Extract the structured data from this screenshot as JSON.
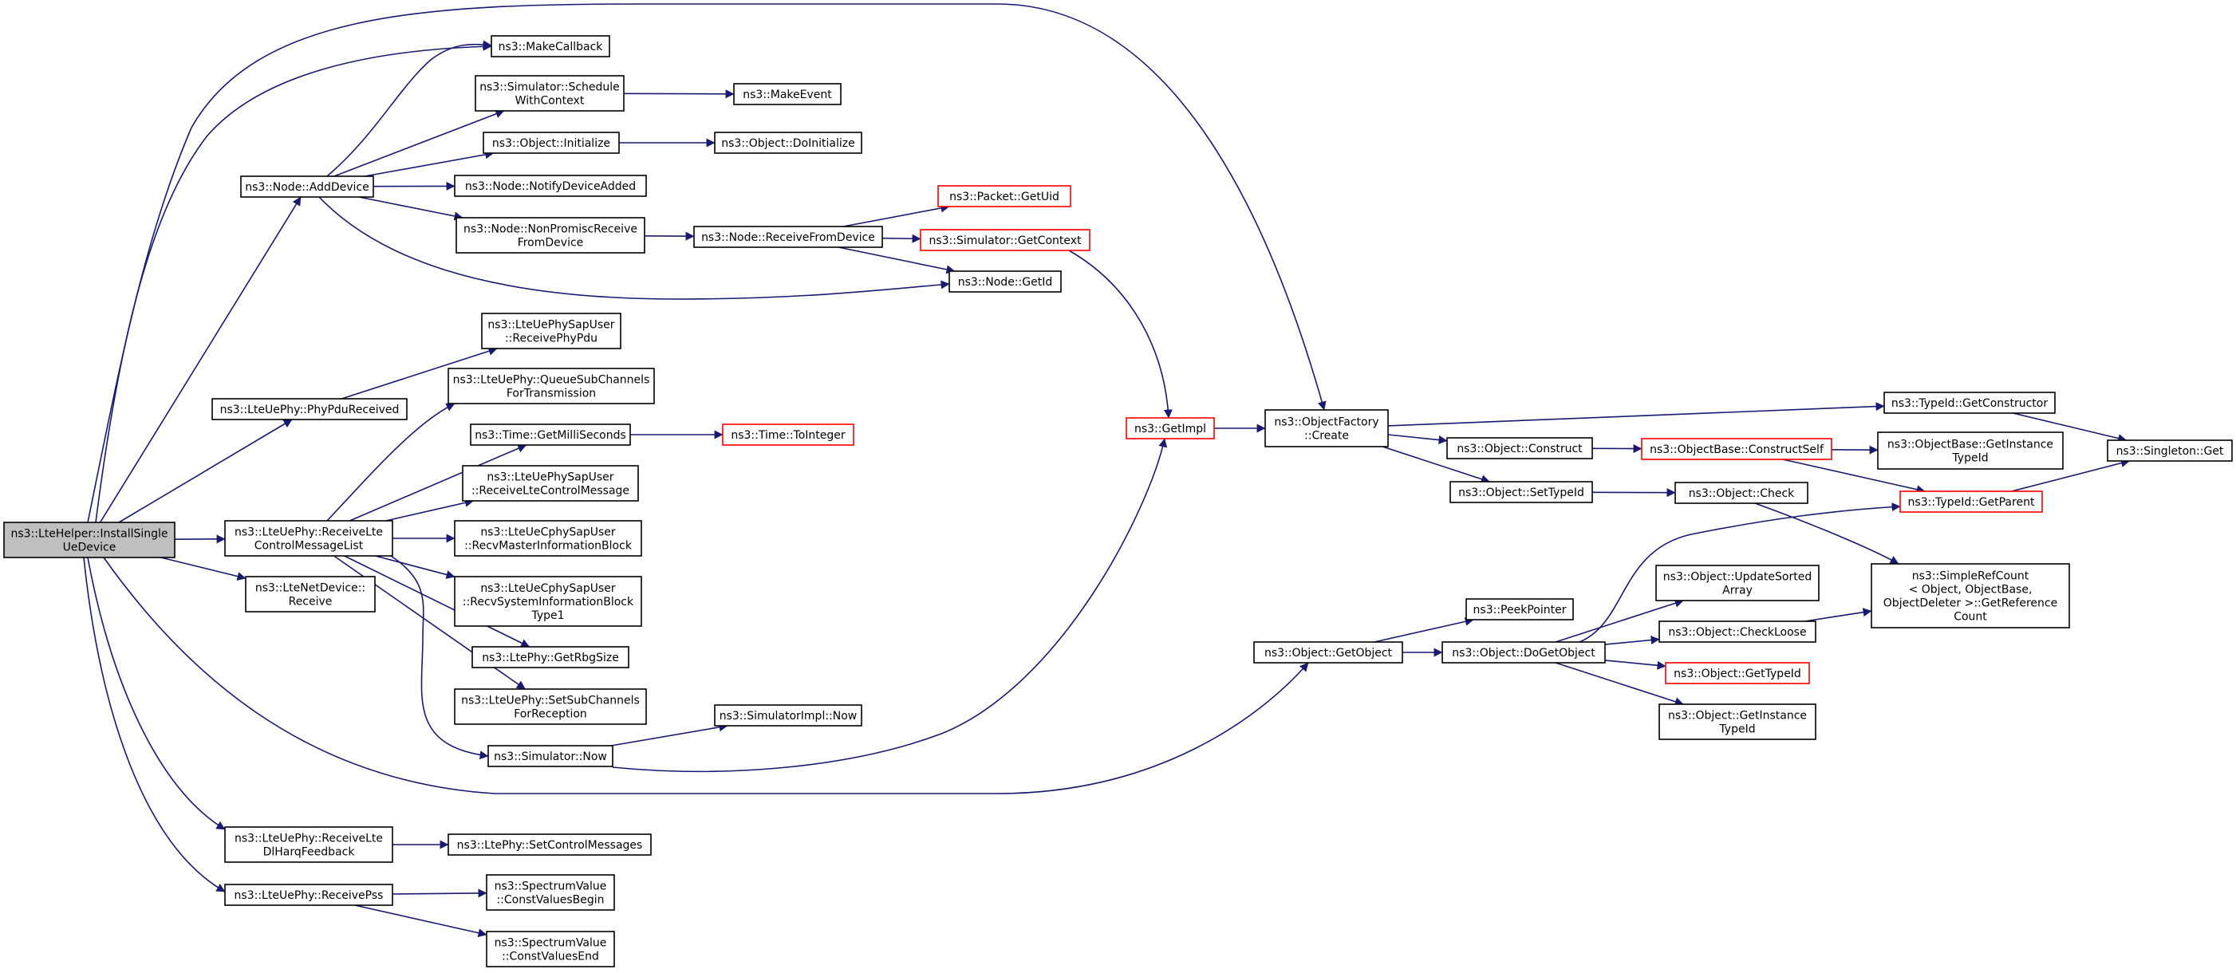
{
  "diagram": {
    "type": "call-graph",
    "colors": {
      "edge": "#191970",
      "box": "#000000",
      "external_box": "#ff0000",
      "root_fill": "#bfbfbf"
    },
    "nodes": {
      "root": {
        "lines": [
          "ns3::LteHelper::InstallSingle",
          "UeDevice"
        ],
        "kind": "root"
      },
      "addDevice": {
        "lines": [
          "ns3::Node::AddDevice"
        ]
      },
      "phyPduReceived": {
        "lines": [
          "ns3::LteUePhy::PhyPduReceived"
        ]
      },
      "receiveLteCtrl": {
        "lines": [
          "ns3::LteUePhy::ReceiveLte",
          "ControlMessageList"
        ]
      },
      "lteNetDeviceReceive": {
        "lines": [
          "ns3::LteNetDevice::",
          "Receive"
        ]
      },
      "receiveDlHarq": {
        "lines": [
          "ns3::LteUePhy::ReceiveLte",
          "DlHarqFeedback"
        ]
      },
      "receivePss": {
        "lines": [
          "ns3::LteUePhy::ReceivePss"
        ]
      },
      "makeCallback": {
        "lines": [
          "ns3::MakeCallback"
        ]
      },
      "scheduleWithContext": {
        "lines": [
          "ns3::Simulator::Schedule",
          "WithContext"
        ]
      },
      "objectInitialize": {
        "lines": [
          "ns3::Object::Initialize"
        ]
      },
      "notifyDeviceAdded": {
        "lines": [
          "ns3::Node::NotifyDeviceAdded"
        ]
      },
      "nonPromiscReceive": {
        "lines": [
          "ns3::Node::NonPromiscReceive",
          "FromDevice"
        ]
      },
      "makeEvent": {
        "lines": [
          "ns3::MakeEvent"
        ]
      },
      "doInitialize": {
        "lines": [
          "ns3::Object::DoInitialize"
        ]
      },
      "receiveFromDevice": {
        "lines": [
          "ns3::Node::ReceiveFromDevice"
        ]
      },
      "packetGetUid": {
        "lines": [
          "ns3::Packet::GetUid"
        ],
        "kind": "ext"
      },
      "simGetContext": {
        "lines": [
          "ns3::Simulator::GetContext"
        ],
        "kind": "ext"
      },
      "nodeGetId": {
        "lines": [
          "ns3::Node::GetId"
        ]
      },
      "receivePhyPdu": {
        "lines": [
          "ns3::LteUePhySapUser",
          "::ReceivePhyPdu"
        ]
      },
      "queueSubChannels": {
        "lines": [
          "ns3::LteUePhy::QueueSubChannels",
          "ForTransmission"
        ]
      },
      "getMilliSeconds": {
        "lines": [
          "ns3::Time::GetMilliSeconds"
        ]
      },
      "timeToInteger": {
        "lines": [
          "ns3::Time::ToInteger"
        ],
        "kind": "ext"
      },
      "receiveLteControlMessage": {
        "lines": [
          "ns3::LteUePhySapUser",
          "::ReceiveLteControlMessage"
        ]
      },
      "recvMib": {
        "lines": [
          "ns3::LteUeCphySapUser",
          "::RecvMasterInformationBlock"
        ]
      },
      "recvSib1": {
        "lines": [
          "ns3::LteUeCphySapUser",
          "::RecvSystemInformationBlock",
          "Type1"
        ]
      },
      "getRbgSize": {
        "lines": [
          "ns3::LtePhy::GetRbgSize"
        ]
      },
      "setSubChannels": {
        "lines": [
          "ns3::LteUePhy::SetSubChannels",
          "ForReception"
        ]
      },
      "simulatorNow": {
        "lines": [
          "ns3::Simulator::Now"
        ]
      },
      "simulatorImplNow": {
        "lines": [
          "ns3::SimulatorImpl::Now"
        ]
      },
      "setControlMessages": {
        "lines": [
          "ns3::LtePhy::SetControlMessages"
        ]
      },
      "constValuesBegin": {
        "lines": [
          "ns3::SpectrumValue",
          "::ConstValuesBegin"
        ]
      },
      "constValuesEnd": {
        "lines": [
          "ns3::SpectrumValue",
          "::ConstValuesEnd"
        ]
      },
      "getImpl": {
        "lines": [
          "ns3::GetImpl"
        ],
        "kind": "ext"
      },
      "objectFactoryCreate": {
        "lines": [
          "ns3::ObjectFactory",
          "::Create"
        ]
      },
      "typeIdGetConstructor": {
        "lines": [
          "ns3::TypeId::GetConstructor"
        ]
      },
      "objectConstruct": {
        "lines": [
          "ns3::Object::Construct"
        ]
      },
      "objectSetTypeId": {
        "lines": [
          "ns3::Object::SetTypeId"
        ]
      },
      "constructSelf": {
        "lines": [
          "ns3::ObjectBase::ConstructSelf"
        ],
        "kind": "ext"
      },
      "objectCheck": {
        "lines": [
          "ns3::Object::Check"
        ]
      },
      "objectBaseGetInstanceTypeId": {
        "lines": [
          "ns3::ObjectBase::GetInstance",
          "TypeId"
        ]
      },
      "typeIdGetParent": {
        "lines": [
          "ns3::TypeId::GetParent"
        ],
        "kind": "ext"
      },
      "singletonGet": {
        "lines": [
          "ns3::Singleton::Get"
        ]
      },
      "simpleRefCount": {
        "lines": [
          "ns3::SimpleRefCount",
          "< Object, ObjectBase,",
          "ObjectDeleter >::GetReference",
          "Count"
        ]
      },
      "getObject": {
        "lines": [
          "ns3::Object::GetObject"
        ]
      },
      "peekPointer": {
        "lines": [
          "ns3::PeekPointer"
        ]
      },
      "doGetObject": {
        "lines": [
          "ns3::Object::DoGetObject"
        ]
      },
      "updateSortedArray": {
        "lines": [
          "ns3::Object::UpdateSorted",
          "Array"
        ]
      },
      "checkLoose": {
        "lines": [
          "ns3::Object::CheckLoose"
        ]
      },
      "objectGetTypeId": {
        "lines": [
          "ns3::Object::GetTypeId"
        ],
        "kind": "ext"
      },
      "objectGetInstanceTypeId": {
        "lines": [
          "ns3::Object::GetInstance",
          "TypeId"
        ]
      }
    },
    "edges": [
      [
        "root",
        "addDevice"
      ],
      [
        "root",
        "phyPduReceived"
      ],
      [
        "root",
        "receiveLteCtrl"
      ],
      [
        "root",
        "lteNetDeviceReceive"
      ],
      [
        "root",
        "receiveDlHarq"
      ],
      [
        "root",
        "receivePss"
      ],
      [
        "root",
        "makeCallback"
      ],
      [
        "root",
        "objectFactoryCreate"
      ],
      [
        "root",
        "getObject"
      ],
      [
        "addDevice",
        "makeCallback"
      ],
      [
        "addDevice",
        "scheduleWithContext"
      ],
      [
        "addDevice",
        "objectInitialize"
      ],
      [
        "addDevice",
        "notifyDeviceAdded"
      ],
      [
        "addDevice",
        "nonPromiscReceive"
      ],
      [
        "addDevice",
        "nodeGetId"
      ],
      [
        "scheduleWithContext",
        "makeEvent"
      ],
      [
        "objectInitialize",
        "doInitialize"
      ],
      [
        "nonPromiscReceive",
        "receiveFromDevice"
      ],
      [
        "receiveFromDevice",
        "packetGetUid"
      ],
      [
        "receiveFromDevice",
        "simGetContext"
      ],
      [
        "receiveFromDevice",
        "nodeGetId"
      ],
      [
        "simGetContext",
        "getImpl"
      ],
      [
        "phyPduReceived",
        "receivePhyPdu"
      ],
      [
        "receiveLteCtrl",
        "queueSubChannels"
      ],
      [
        "receiveLteCtrl",
        "getMilliSeconds"
      ],
      [
        "receiveLteCtrl",
        "receiveLteControlMessage"
      ],
      [
        "receiveLteCtrl",
        "recvMib"
      ],
      [
        "receiveLteCtrl",
        "recvSib1"
      ],
      [
        "receiveLteCtrl",
        "getRbgSize"
      ],
      [
        "receiveLteCtrl",
        "setSubChannels"
      ],
      [
        "receiveLteCtrl",
        "simulatorNow"
      ],
      [
        "getMilliSeconds",
        "timeToInteger"
      ],
      [
        "simulatorNow",
        "simulatorImplNow"
      ],
      [
        "simulatorNow",
        "getImpl"
      ],
      [
        "receiveDlHarq",
        "setControlMessages"
      ],
      [
        "receivePss",
        "constValuesBegin"
      ],
      [
        "receivePss",
        "constValuesEnd"
      ],
      [
        "getImpl",
        "objectFactoryCreate"
      ],
      [
        "objectFactoryCreate",
        "typeIdGetConstructor"
      ],
      [
        "objectFactoryCreate",
        "objectConstruct"
      ],
      [
        "objectFactoryCreate",
        "objectSetTypeId"
      ],
      [
        "typeIdGetConstructor",
        "singletonGet"
      ],
      [
        "objectConstruct",
        "constructSelf"
      ],
      [
        "constructSelf",
        "objectBaseGetInstanceTypeId"
      ],
      [
        "constructSelf",
        "typeIdGetParent"
      ],
      [
        "typeIdGetParent",
        "singletonGet"
      ],
      [
        "objectSetTypeId",
        "objectCheck"
      ],
      [
        "objectCheck",
        "simpleRefCount"
      ],
      [
        "getObject",
        "peekPointer"
      ],
      [
        "getObject",
        "doGetObject"
      ],
      [
        "doGetObject",
        "updateSortedArray"
      ],
      [
        "doGetObject",
        "checkLoose"
      ],
      [
        "doGetObject",
        "objectGetTypeId"
      ],
      [
        "doGetObject",
        "objectGetInstanceTypeId"
      ],
      [
        "doGetObject",
        "typeIdGetParent"
      ],
      [
        "checkLoose",
        "simpleRefCount"
      ]
    ]
  }
}
